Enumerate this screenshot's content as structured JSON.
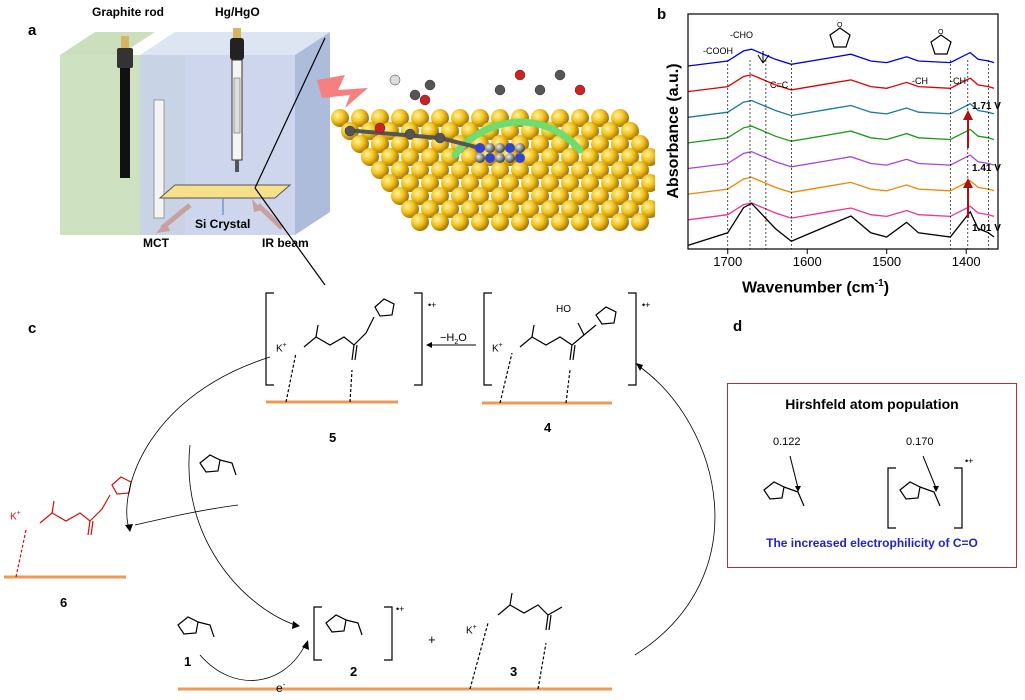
{
  "panels": {
    "a": "a",
    "b": "b",
    "c": "c",
    "d": "d"
  },
  "panel_a": {
    "graphite_label": "Graphite rod",
    "reference_label": "Hg/HgO",
    "crystal_label": "Si Crystal",
    "mct_label": "MCT",
    "ir_label": "IR beam"
  },
  "panel_b": {
    "ylabel": "Absorbance (a.u.)",
    "xlabel_main": "Wavenumber (cm",
    "xlabel_sup": "-1",
    "xlabel_close": ")",
    "ticks": [
      "1700",
      "1600",
      "1500",
      "1400"
    ],
    "bands": [
      "-COOH",
      "-CHO",
      "C=C",
      "-CH",
      "-CH"
    ],
    "voltages": [
      "1.71 V",
      "1.41 V",
      "1.01 V"
    ]
  },
  "panel_c": {
    "labels": {
      "n1": "1",
      "n2": "2",
      "n3": "3",
      "n4": "4",
      "n5": "5",
      "n6": "6"
    },
    "minus_h2o": "−H",
    "h2o_sub": "2",
    "h2o_o": "O",
    "electron": "e",
    "electron_sup": "-",
    "plus": "+",
    "radical": "•+",
    "k_plus": "K",
    "k_sup": "+",
    "o_atom": "O",
    "ho_group": "HO"
  },
  "panel_d": {
    "title": "Hirshfeld atom population",
    "value_left": "0.122",
    "value_right": "0.170",
    "caption": "The increased electrophilicity of C=O",
    "radical": "•+"
  },
  "chart_data": {
    "type": "line",
    "x_range": [
      1750,
      1360
    ],
    "x_ticks": [
      1700,
      1600,
      1500,
      1400
    ],
    "xlabel": "Wavenumber (cm-1)",
    "ylabel": "Absorbance (a.u.)",
    "reference_lines_x": [
      1700,
      1672,
      1652,
      1620,
      1420,
      1398,
      1372
    ],
    "series_colors": [
      "#0000dd",
      "#dd0000",
      "#1a7a9a",
      "#1a9a1a",
      "#aa44dd",
      "#ee8800",
      "#ee3399",
      "#000000"
    ],
    "peaks": {
      "x": [
        1750,
        1700,
        1680,
        1670,
        1640,
        1620,
        1570,
        1545,
        1520,
        1500,
        1475,
        1460,
        1420,
        1395,
        1385,
        1372,
        1365
      ],
      "y": [
        0.0,
        0.3,
        0.9,
        1.0,
        0.4,
        0.1,
        0.5,
        0.7,
        0.3,
        0.2,
        0.55,
        0.3,
        0.2,
        0.8,
        0.4,
        0.3,
        0.2
      ]
    },
    "voltage_labels": [
      "1.71 V",
      "1.41 V",
      "1.01 V"
    ]
  }
}
